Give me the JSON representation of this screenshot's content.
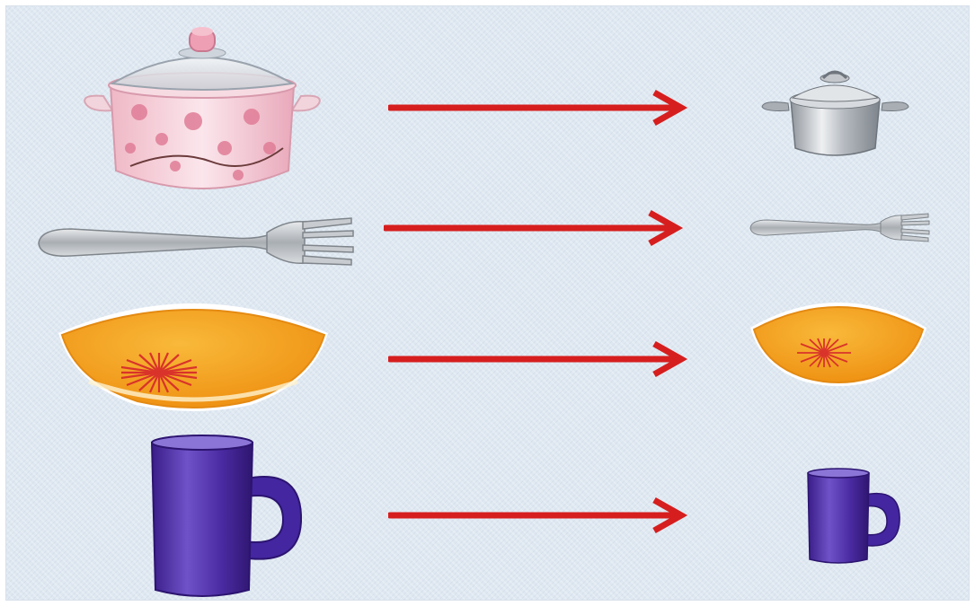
{
  "pairs": [
    {
      "object": "pot-icon",
      "from": "large",
      "to": "small"
    },
    {
      "object": "fork-icon",
      "from": "large",
      "to": "small"
    },
    {
      "object": "bowl-icon",
      "from": "large",
      "to": "small"
    },
    {
      "object": "mug-icon",
      "from": "large",
      "to": "small"
    }
  ],
  "colors": {
    "background": "#dfe8f1",
    "arrow": "#d61e1e",
    "pot_pink": "#f3c6d0",
    "pot_steel": "#c9cdd2",
    "fork_steel": "#b9bdc2",
    "bowl_orange": "#f4a21a",
    "bowl_star": "#d9332a",
    "mug_purple": "#4a2aa0"
  }
}
